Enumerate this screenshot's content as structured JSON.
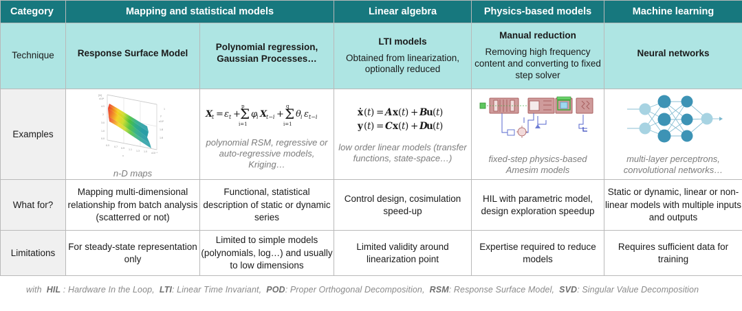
{
  "table": {
    "header": {
      "category_label": "Category",
      "groups": [
        {
          "label": "Mapping and statistical models",
          "span": 2
        },
        {
          "label": "Linear algebra",
          "span": 1
        },
        {
          "label": "Physics-based models",
          "span": 1
        },
        {
          "label": "Machine learning",
          "span": 1
        }
      ]
    },
    "rows": {
      "technique": {
        "label": "Technique",
        "cells": [
          {
            "title": "Response Surface Model",
            "detail": ""
          },
          {
            "title": "Polynomial regression, Gaussian Processes…",
            "detail": ""
          },
          {
            "title": "LTI models",
            "detail": "Obtained from linearization, optionally reduced"
          },
          {
            "title": "Manual reduction",
            "detail": "Removing high frequency content and converting to fixed step solver"
          },
          {
            "title": "Neural networks",
            "detail": ""
          }
        ]
      },
      "examples": {
        "label": "Examples",
        "cells": [
          {
            "art": "surface-plot-3d",
            "formula": "",
            "caption": "n-D maps"
          },
          {
            "art": "none",
            "formula": "arma-equation",
            "caption": "polynomial RSM, regressive or auto-regressive models, Kriging…"
          },
          {
            "art": "none",
            "formula": "state-space-equations",
            "caption": "low order linear models (transfer functions, state-space…)"
          },
          {
            "art": "amesim-schematic",
            "formula": "",
            "caption": "fixed-step physics-based Amesim models"
          },
          {
            "art": "neural-network-diagram",
            "formula": "",
            "caption": "multi-layer perceptrons, convolutional networks…"
          }
        ]
      },
      "what_for": {
        "label": "What for?",
        "cells": [
          "Mapping multi-dimensional relationship from batch analysis (scatterred or not)",
          "Functional, statistical description of static or dynamic series",
          "Control design, cosimulation speed-up",
          "HIL with parametric model, design exploration speedup",
          "Static or dynamic, linear or non-linear models with multiple inputs and outputs"
        ]
      },
      "limitations": {
        "label": "Limitations",
        "cells": [
          "For steady-state representation only",
          "Limited to simple models (polynomials, log…) and usually to low dimensions",
          "Limited validity around linearization point",
          "Expertise required to reduce models",
          "Requires sufficient data for training"
        ]
      }
    }
  },
  "formulas": {
    "arma": "Xₜ = εₜ + ∑ᵢ₌₁ᵖ φᵢ Xₜ₋ᵢ + ∑ᵢ₌₁ᵠ θᵢ εₜ₋ᵢ",
    "state_space_line1": "ẋ(t) = A x(t) + B u(t)",
    "state_space_line2": "y(t) = C x(t) + D u(t)"
  },
  "footnote": {
    "prefix": "with",
    "entries": [
      {
        "abbr": "HIL",
        "meaning": "Hardware In the Loop"
      },
      {
        "abbr": "LTI",
        "meaning": "Linear Time Invariant"
      },
      {
        "abbr": "POD",
        "meaning": "Proper Orthogonal Decomposition"
      },
      {
        "abbr": "RSM",
        "meaning": "Response Surface Model"
      },
      {
        "abbr": "SVD",
        "meaning": "Singular Value Decomposition"
      }
    ],
    "full_text": "with  HIL : Hardware In the Loop,  LTI : Linear Time Invariant,  POD : Proper Orthogonal Decomposition,  RSM : Response Surface Model,  SVD : Singular Value Decomposition"
  },
  "colors": {
    "header_teal": "#17787E",
    "technique_cyan": "#AEE5E3",
    "rowlabel_gray": "#F0F0F0",
    "caption_gray": "#7c7c7c",
    "border_gray": "#b9b9b9",
    "nn_node_dark": "#3d93b5",
    "nn_node_light": "#a7d3e2",
    "schematic_red": "#b06a6a",
    "schematic_blue": "#5566cc",
    "schematic_green": "#44bb44"
  }
}
